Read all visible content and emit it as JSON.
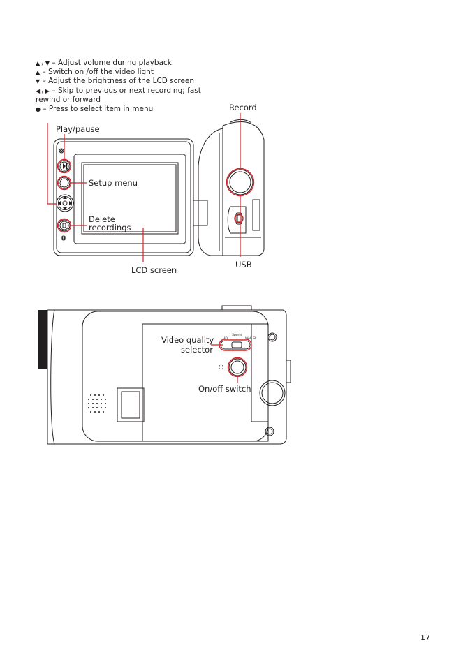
{
  "legend": [
    {
      "symbol": "▲ / ▼",
      "text": " – Adjust volume during playback"
    },
    {
      "symbol": "▲",
      "text": " – Switch on /off the video light"
    },
    {
      "symbol": "▼",
      "text": " – Adjust the brightness of the LCD screen"
    },
    {
      "symbol": "◀ / ▶",
      "text": " – Skip to previous or next recording; fast"
    },
    {
      "symbol": "",
      "text": "rewind or forward"
    },
    {
      "symbol": "●",
      "text": " – Press to select item in menu"
    }
  ],
  "callouts": {
    "record": "Record",
    "play_pause": "Play/pause",
    "setup_menu": "Setup menu",
    "delete_1": "Delete",
    "delete_2": "recordings",
    "lcd_screen": "LCD screen",
    "usb": "USB",
    "video_quality_1": "Video quality",
    "video_quality_2": "selector",
    "on_off": "On/off switch"
  },
  "switch_labels": {
    "hd": "HD",
    "sports": "Sports",
    "web": "Web SL"
  },
  "page_number": "17",
  "accent_color": "#d2232a"
}
